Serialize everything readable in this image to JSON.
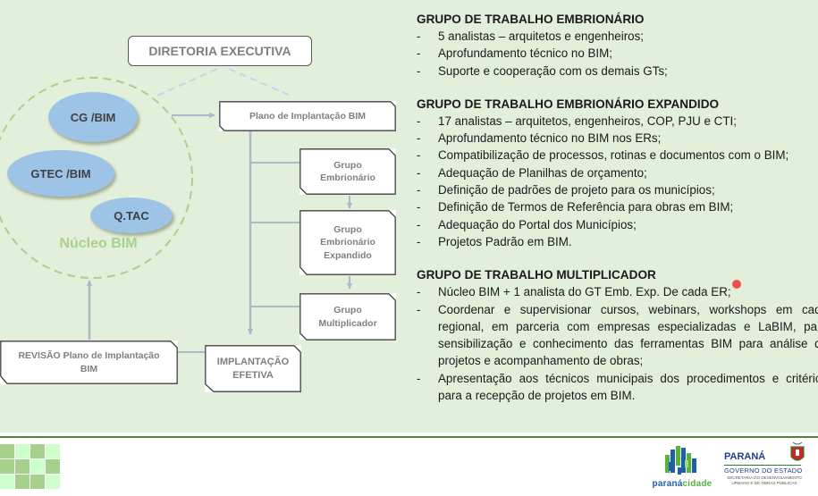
{
  "diagram": {
    "director_box": "DIRETORIA EXECUTIVA",
    "nucleo": {
      "label": "Núcleo BIM",
      "members": [
        "CG /BIM",
        "GTEC /BIM",
        "Q.TAC"
      ]
    },
    "plano_box": "Plano de Implantação BIM",
    "groups": [
      "Grupo Embrionário",
      "Grupo Embrionário Expandido",
      "Grupo Multiplicador"
    ],
    "implantacao_box": "IMPLANTAÇÃO EFETIVA",
    "revisao_box": "REVISÃO Plano de Implantação BIM"
  },
  "sections": [
    {
      "title": "GRUPO DE TRABALHO EMBRIONÁRIO",
      "items": [
        "5 analistas – arquitetos e engenheiros;",
        "Aprofundamento técnico no BIM;",
        "Suporte e cooperação com os demais GTs;"
      ]
    },
    {
      "title": "GRUPO DE TRABALHO EMBRIONÁRIO EXPANDIDO",
      "items": [
        "17 analistas – arquitetos, engenheiros, COP, PJU e CTI;",
        "Aprofundamento técnico no BIM nos ERs;",
        "Compatibilização de processos, rotinas e documentos com o BIM;",
        "Adequação de Planilhas de orçamento;",
        "Definição de padrões de projeto para os municípios;",
        "Definição de Termos de Referência para obras em BIM;",
        "Adequação do Portal dos Municípios;",
        "Projetos Padrão em BIM."
      ]
    },
    {
      "title": "GRUPO DE TRABALHO MULTIPLICADOR",
      "items": [
        "Núcleo BIM + 1 analista do GT Emb. Exp. De cada ER;",
        "Coordenar e supervisionar cursos, webinars, workshops em cada regional, em parceria com empresas especializadas e LaBIM, para sensibilização e conhecimento das ferramentas BIM para análise de projetos e acompanhamento de obras;",
        "Apresentação aos técnicos municipais dos procedimentos e critérios para a recepção de projetos em BIM."
      ]
    }
  ],
  "bullet_char": "-",
  "footer": {
    "logo_paranacidade": {
      "part1": "paraná",
      "part2": "cidade"
    },
    "logo_parana": {
      "title": "PARANÁ",
      "subtitle": "GOVERNO DO ESTADO",
      "secretaria": "SECRETARIA DO DESENVOLVIMENTO URBANO E DE OBRAS PÚBLICAS"
    }
  },
  "colors": {
    "background": "#e2efda",
    "ellipse_fill": "#9dc3e6",
    "nucleo_green": "#a9d18e",
    "connector": "#adb9ca",
    "divider": "#548235",
    "pointer_dot": "#f05050"
  }
}
